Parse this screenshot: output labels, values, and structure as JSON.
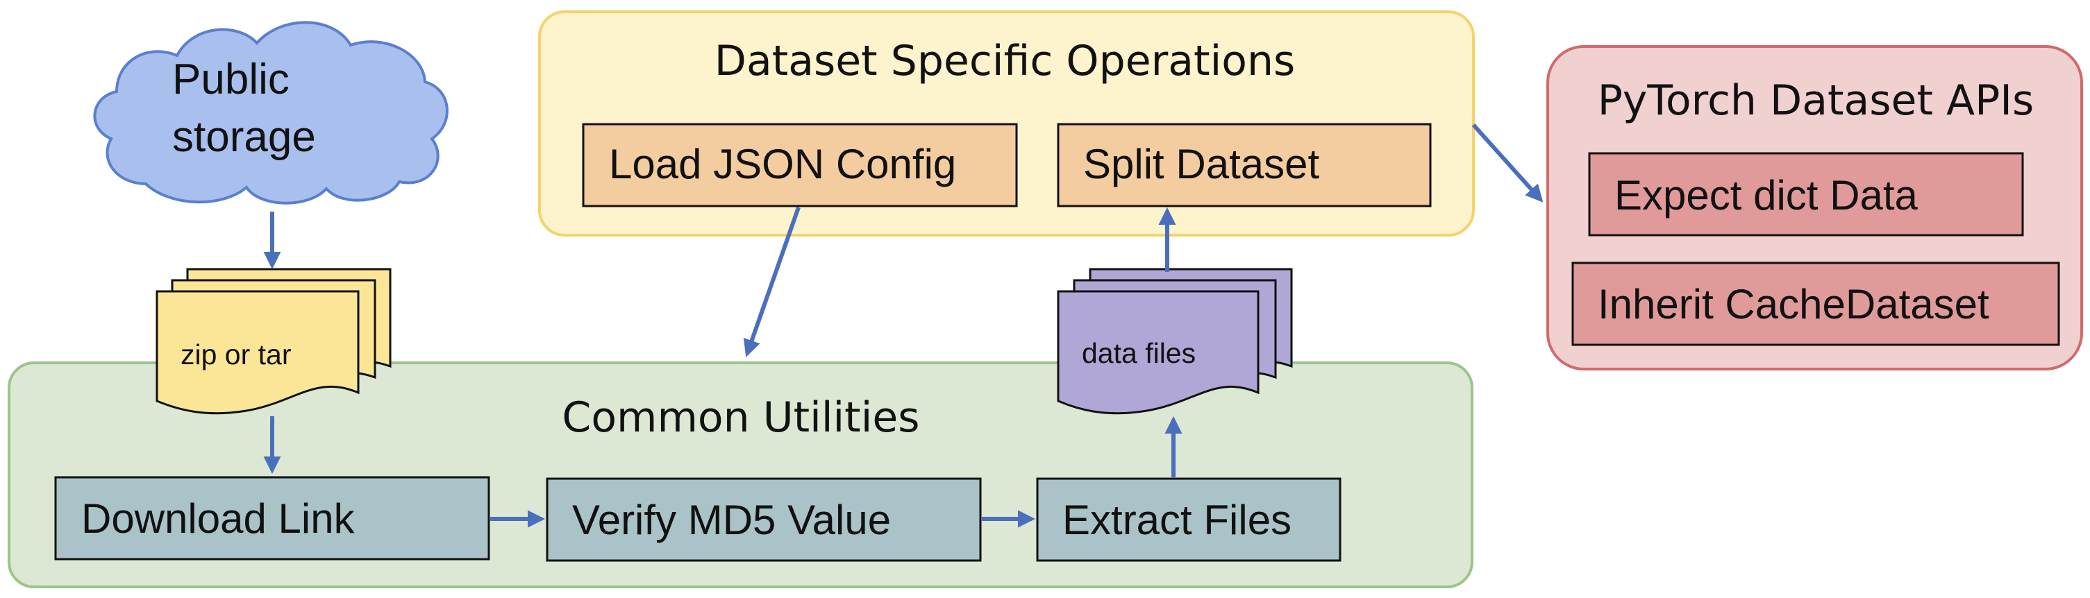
{
  "cloud": {
    "label_line1": "Public",
    "label_line2": "storage"
  },
  "groups": {
    "dataset_ops": {
      "title": "Dataset Specific Operations",
      "load_json": "Load JSON Config",
      "split": "Split Dataset"
    },
    "common": {
      "title": "Common Utilities",
      "download": "Download Link",
      "verify": "Verify MD5 Value",
      "extract": "Extract Files"
    },
    "pytorch": {
      "title": "PyTorch Dataset APIs",
      "expect": "Expect dict Data",
      "inherit": "Inherit CacheDataset"
    }
  },
  "documents": {
    "archive": "zip or tar",
    "data_files": "data files"
  },
  "colors": {
    "arrow": "#4a6fbd",
    "cloud_fill": "#a9c0ee",
    "cloud_stroke": "#5b7fd0",
    "yellow_group": "#fdf3cc",
    "yellow_border": "#f5d36b",
    "orange_box": "#f3cca0",
    "green_group": "#dce8d3",
    "green_border": "#9cc58a",
    "teal_box": "#a9c3c8",
    "pink_group": "#f1d0d0",
    "pink_border": "#d16a6a",
    "red_box": "#e09a9a",
    "doc_yellow": "#fbe697",
    "doc_purple": "#b1a7d6"
  }
}
